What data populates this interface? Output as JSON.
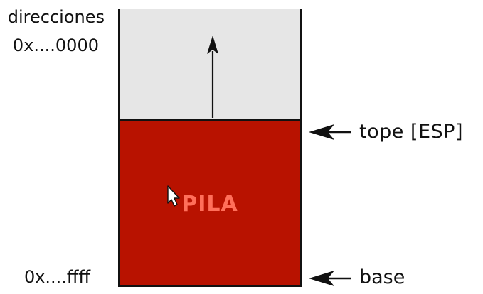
{
  "diagram": {
    "address_title": "direcciones",
    "address_low": "0x....0000",
    "address_high": "0x....ffff",
    "stack_label": "PILA",
    "top_pointer_label": "tope  [ESP]",
    "base_pointer_label": "base",
    "colors": {
      "stack_fill": "#b81200",
      "stack_label": "#ff6f5a",
      "free_area": "#e6e6e6",
      "outline": "#111111"
    },
    "icons": {
      "growth_arrow": "arrow-up-icon",
      "top_pointer": "arrow-left-icon",
      "base_pointer": "arrow-left-icon",
      "cursor": "mouse-pointer-icon"
    }
  }
}
